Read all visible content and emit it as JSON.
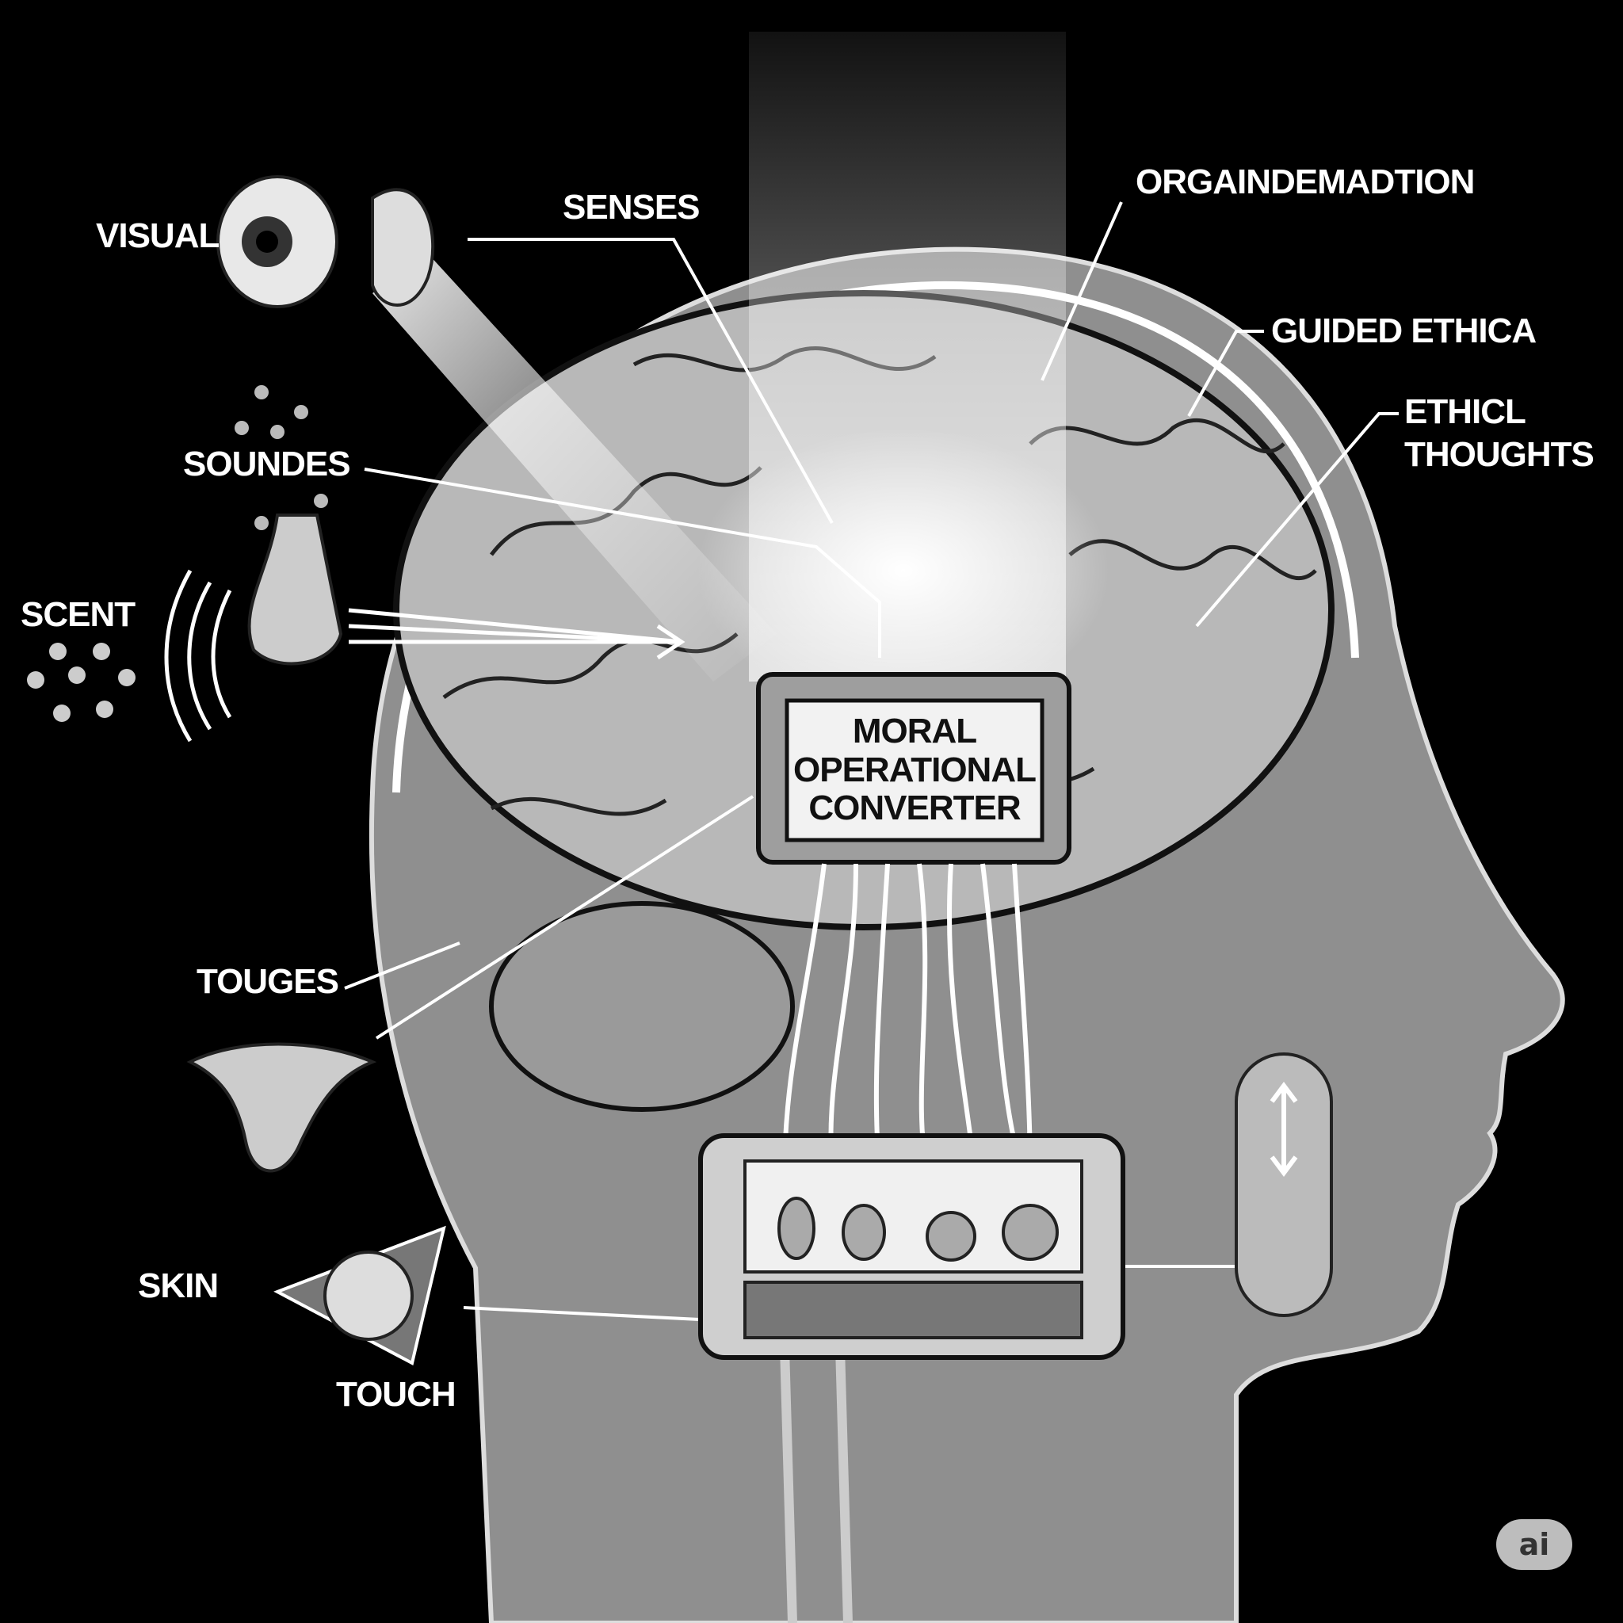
{
  "labels": {
    "visual": "VISUAL",
    "senses": "SENSES",
    "organization": "ORGAINDEMADTION",
    "guided_ethica": "GUIDED ETHICA",
    "ethical_thoughts_line1": "ETHICL",
    "ethical_thoughts_line2": "THOUGHTS",
    "sounds": "SOUNDES",
    "scent": "SCENT",
    "tongues": "TOUGES",
    "skin": "SKIN",
    "touch": "TOUCH"
  },
  "converter": {
    "line1": "MORAL",
    "line2": "OPERATIONAL",
    "line3": "CONVERTER"
  },
  "badge": "ai",
  "colors": {
    "background": "#000000",
    "head": "#8f8f8f",
    "brain": "#b8b8b8",
    "text": "#ffffff"
  }
}
